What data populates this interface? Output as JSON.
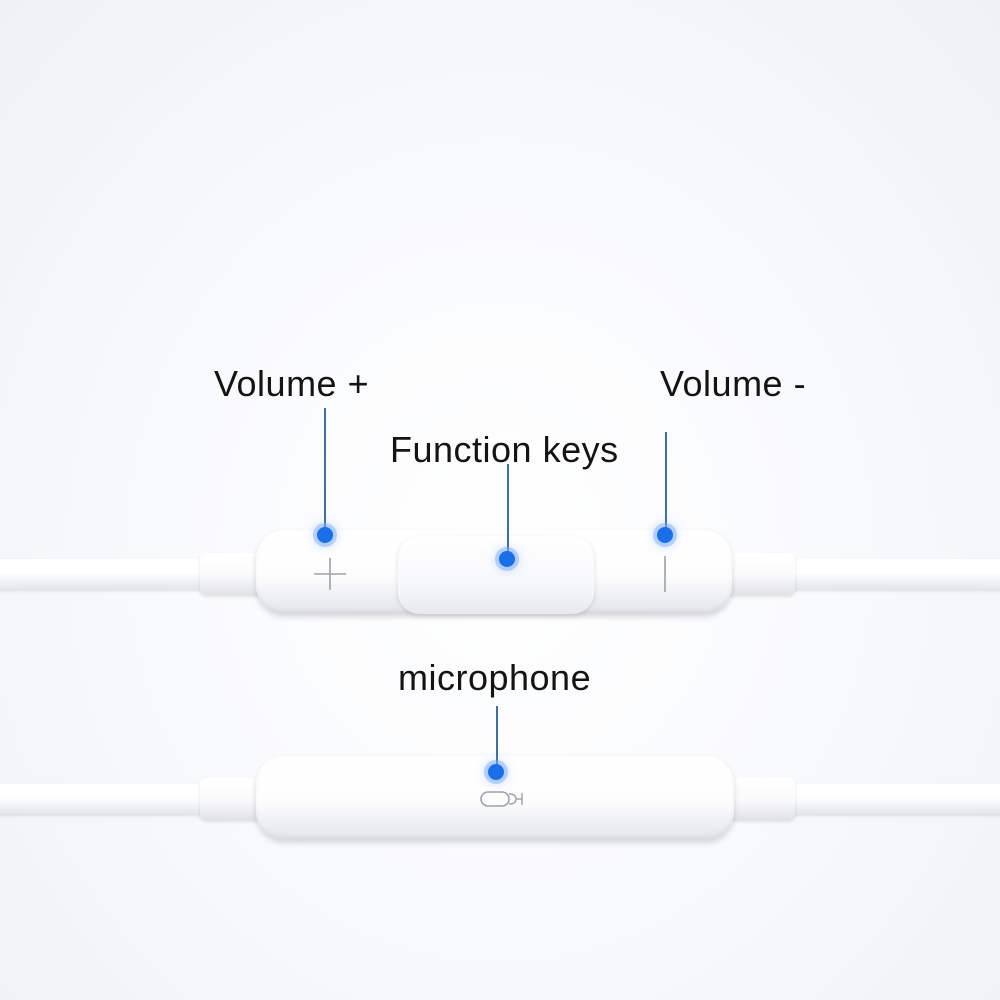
{
  "labels": {
    "volume_up": "Volume +",
    "volume_down": "Volume -",
    "function_keys": "Function keys",
    "microphone": "microphone"
  },
  "icons": {
    "volume_up": "plus-icon",
    "volume_down": "minus-icon",
    "microphone": "microphone-icon"
  },
  "colors": {
    "dot": "#1a6fe8",
    "leader": "#3b6fa8"
  }
}
